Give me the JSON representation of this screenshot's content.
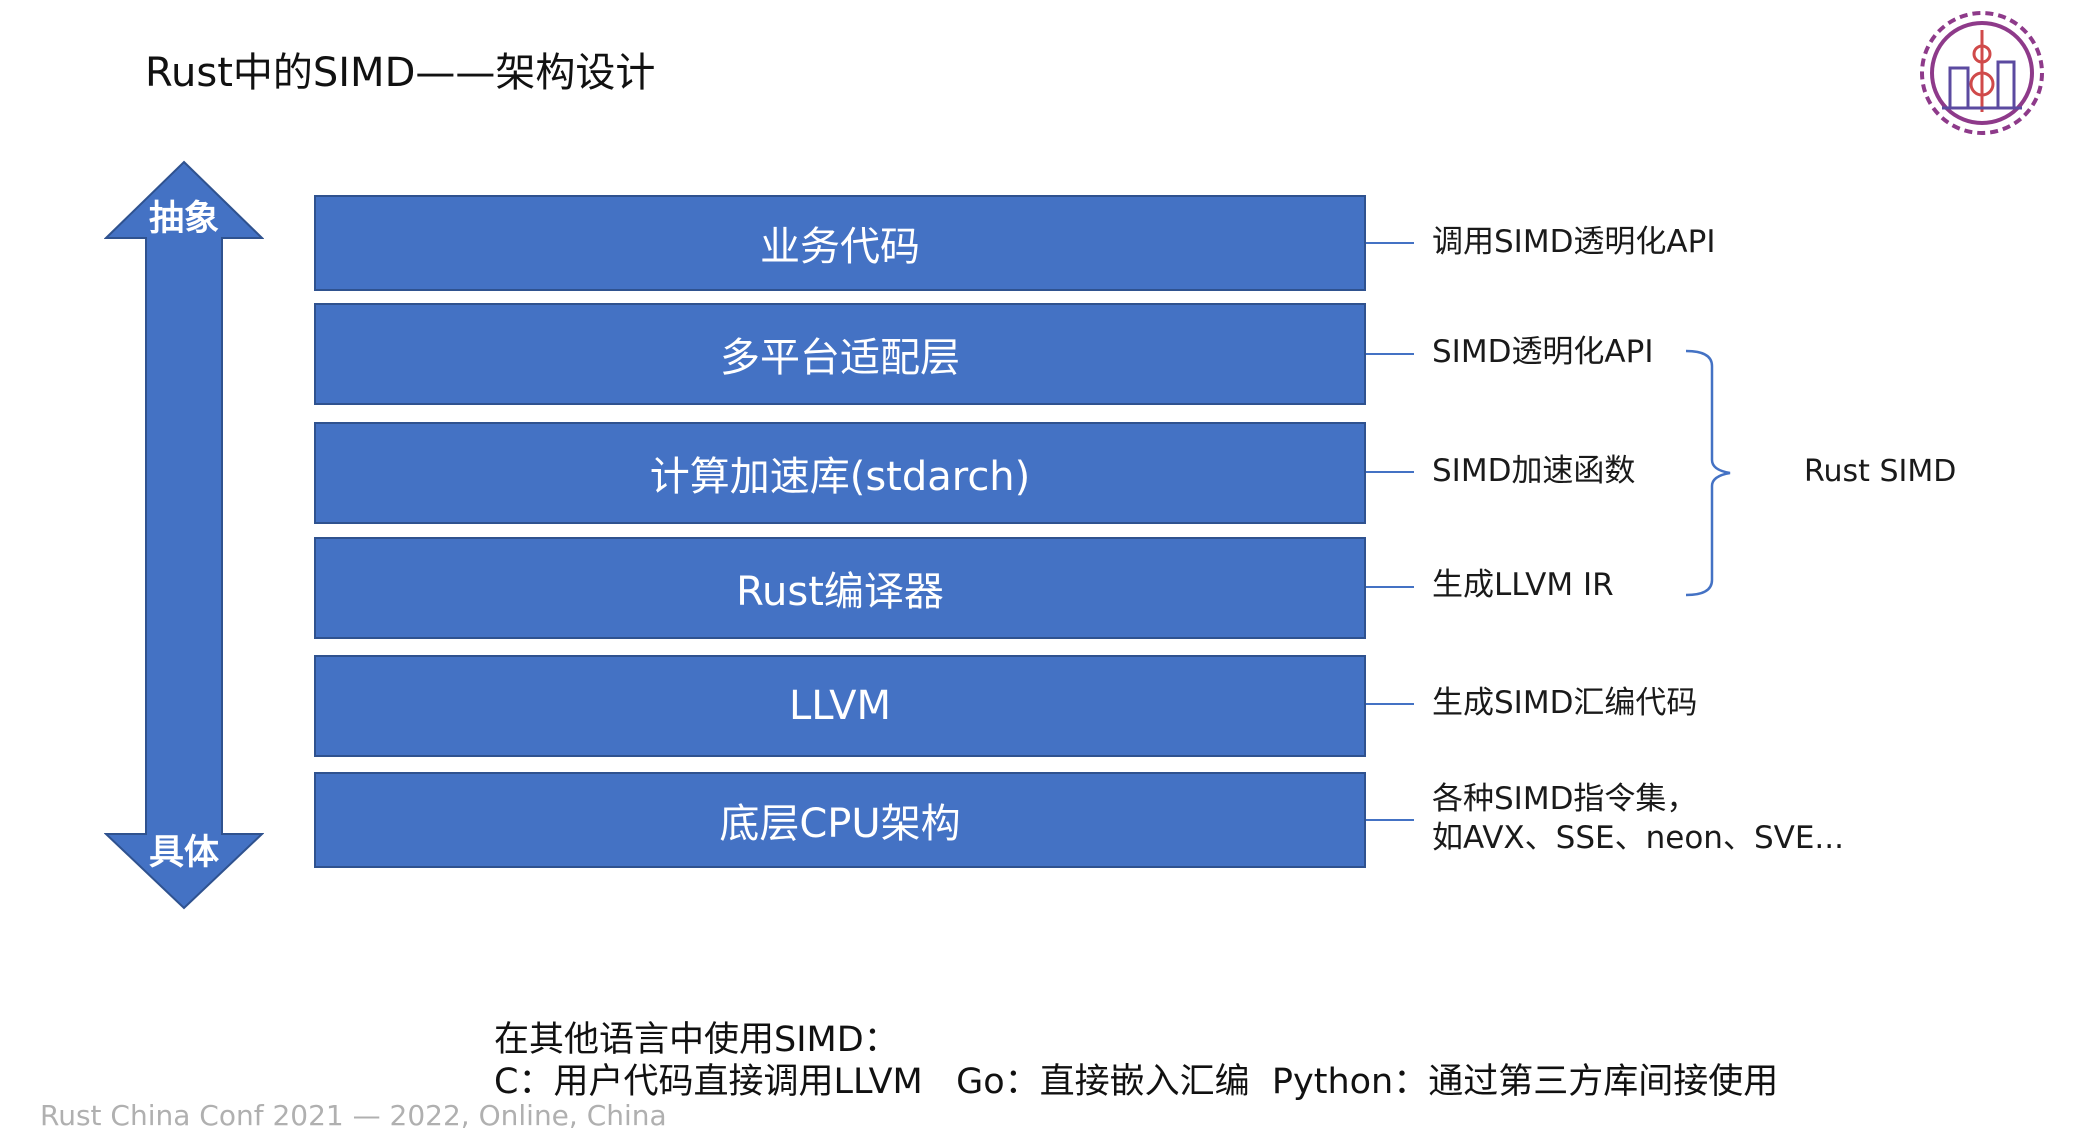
{
  "title": "Rust中的SIMD——架构设计",
  "arrow": {
    "top_label": "抽象",
    "bottom_label": "具体"
  },
  "layers": [
    {
      "label": "业务代码",
      "note": "调用SIMD透明化API"
    },
    {
      "label": "多平台适配层",
      "note": "SIMD透明化API"
    },
    {
      "label": "计算加速库(stdarch)",
      "note": "SIMD加速函数"
    },
    {
      "label": "Rust编译器",
      "note": "生成LLVM IR"
    },
    {
      "label": "LLVM",
      "note": "生成SIMD汇编代码"
    },
    {
      "label": "底层CPU架构",
      "note_line1": "各种SIMD指令集，",
      "note_line2": "如AVX、SSE、neon、SVE..."
    }
  ],
  "brace_label": "Rust SIMD",
  "bottom": {
    "line1": "在其他语言中使用SIMD：",
    "line2": "C：用户代码直接调用LLVM   Go：直接嵌入汇编  Python：通过第三方库间接使用"
  },
  "footer": "Rust China Conf 2021 — 2022, Online, China",
  "colors": {
    "layer_fill": "#4472c4",
    "layer_border": "#2f528f",
    "logo_primary": "#8e3a8a"
  }
}
